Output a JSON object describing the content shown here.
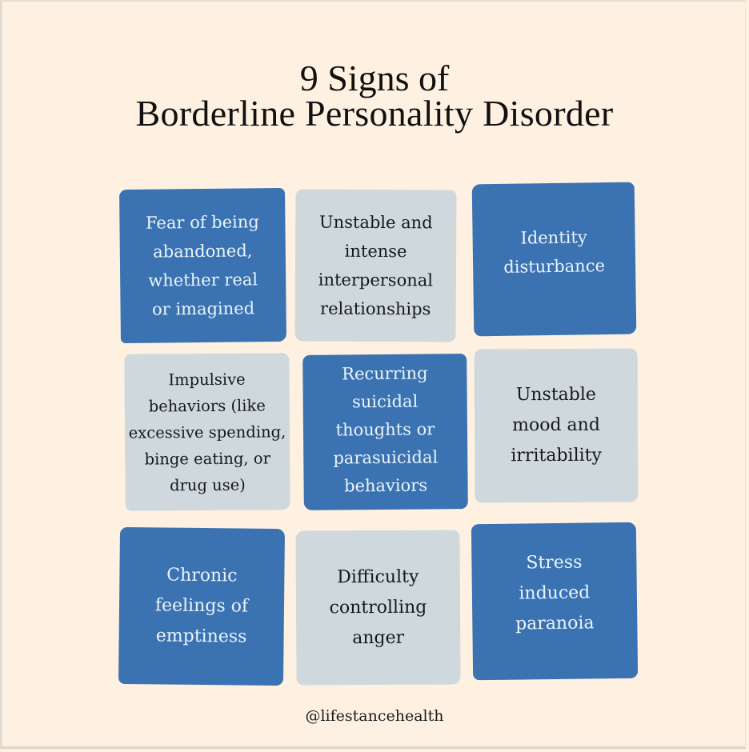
{
  "title": {
    "line1": "9 Signs of",
    "line2": "Borderline Personality Disorder"
  },
  "colors": {
    "background": "#fef1e1",
    "tile_blue": "#3b73b2",
    "tile_blue_text": "#e9f3fb",
    "tile_grey": "#cfd9dd",
    "tile_grey_text": "#16191b"
  },
  "signs": [
    {
      "text": "Fear of being\nabandoned,\nwhether real\nor imagined",
      "style": "blue"
    },
    {
      "text": "Unstable and\nintense\ninterpersonal\nrelationships",
      "style": "grey"
    },
    {
      "text": "Identity\ndisturbance",
      "style": "blue"
    },
    {
      "text": "Impulsive\nbehaviors (like\nexcessive spending,\nbinge eating, or\ndrug use)",
      "style": "grey"
    },
    {
      "text": "Recurring\nsuicidal\nthoughts or\nparasuicidal\nbehaviors",
      "style": "blue"
    },
    {
      "text": "Unstable\nmood and\nirritability",
      "style": "grey"
    },
    {
      "text": "Chronic\nfeelings of\nemptiness",
      "style": "blue"
    },
    {
      "text": "Difficulty\ncontrolling\nanger",
      "style": "grey"
    },
    {
      "text": "Stress\ninduced\nparanoia",
      "style": "blue"
    }
  ],
  "footer": {
    "handle": "@lifestancehealth"
  }
}
